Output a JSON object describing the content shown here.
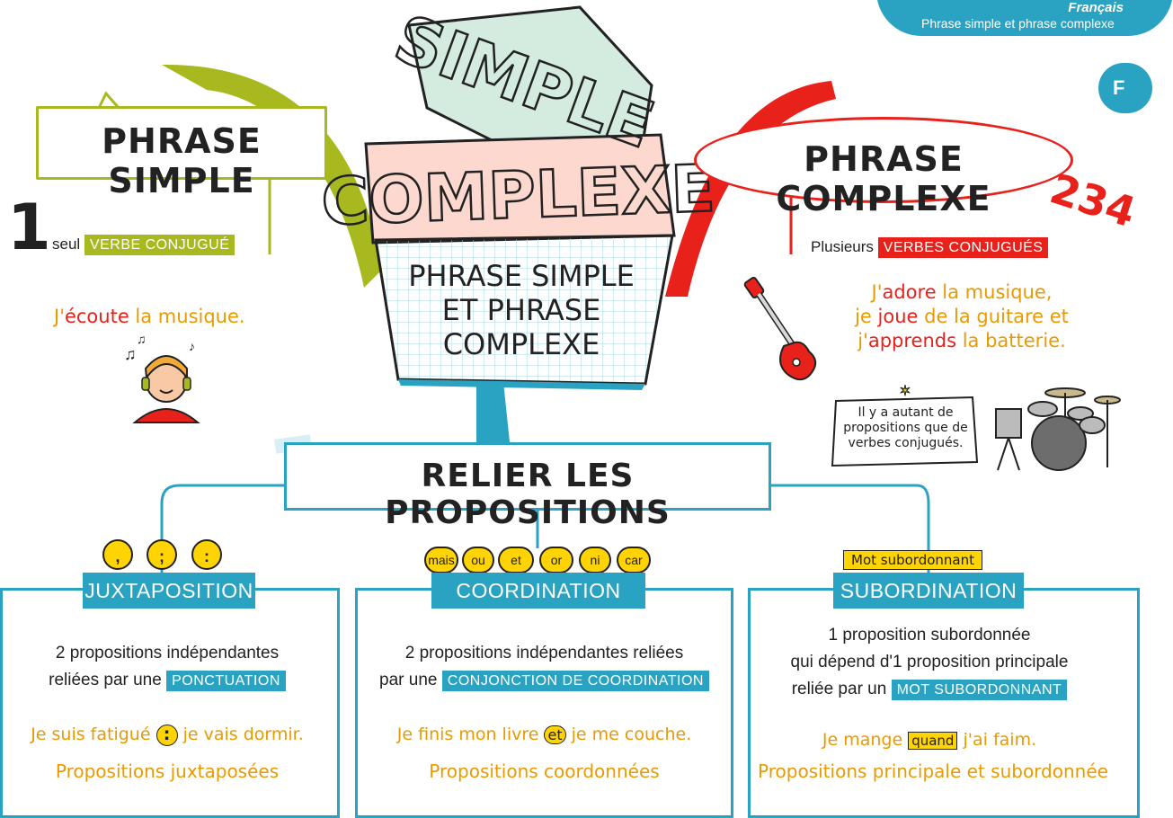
{
  "header": {
    "subject": "Français",
    "topic": "Phrase simple et phrase complexe",
    "badge": "F"
  },
  "center": {
    "logo_top": "SIMPLE",
    "logo_bottom": "COMPLEXE",
    "title_l1": "PHRASE SIMPLE",
    "title_l2": "ET PHRASE",
    "title_l3": "COMPLEXE"
  },
  "simple": {
    "title": "PHRASE SIMPLE",
    "number": "1",
    "rule_prefix": "seul",
    "rule_tag": "VERBE CONJUGUÉ",
    "example_pre": "J'",
    "example_verb": "écoute",
    "example_post": " la musique."
  },
  "complex": {
    "title": "PHRASE COMPLEXE",
    "numbers": "234",
    "rule_prefix": "Plusieurs",
    "rule_tag": "VERBES CONJUGUÉS",
    "ex_l1_pre": "J'",
    "ex_l1_verb": "adore",
    "ex_l1_post": " la musique,",
    "ex_l2_pre": "je ",
    "ex_l2_verb": "joue",
    "ex_l2_post": " de la guitare et",
    "ex_l3_pre": "j'",
    "ex_l3_verb": "apprends",
    "ex_l3_post": " la batterie.",
    "note_l1": "Il y a autant de",
    "note_l2": "propositions que de",
    "note_l3": "verbes conjugués."
  },
  "relier": {
    "title": "RELIER LES PROPOSITIONS"
  },
  "juxta": {
    "symbols": [
      ",",
      ";",
      ":"
    ],
    "title": "JUXTAPOSITION",
    "desc_l1": "2 propositions indépendantes",
    "desc_l2_pre": "reliées par une",
    "desc_tag": "PONCTUATION",
    "ex_pre": "Je suis fatigué",
    "ex_sym": ":",
    "ex_post": "je vais dormir.",
    "result": "Propositions juxtaposées"
  },
  "coord": {
    "conjunctions": [
      "mais",
      "ou",
      "et",
      "or",
      "ni",
      "car"
    ],
    "title": "COORDINATION",
    "desc_l1": "2 propositions indépendantes reliées",
    "desc_l2_pre": "par une",
    "desc_tag": "CONJONCTION DE COORDINATION",
    "ex_pre": "Je finis mon livre",
    "ex_conj": "et",
    "ex_post": "je me couche.",
    "result": "Propositions coordonnées"
  },
  "subord": {
    "label": "Mot subordonnant",
    "title": "SUBORDINATION",
    "desc_l1": "1 proposition subordonnée",
    "desc_l2": "qui dépend d'1 proposition principale",
    "desc_l3_pre": "reliée par un",
    "desc_tag": "MOT SUBORDONNANT",
    "ex_pre": "Je mange",
    "ex_word": "quand",
    "ex_post": "j'ai faim.",
    "result": "Propositions principale et subordonnée"
  },
  "colors": {
    "green": "#a7b91f",
    "red": "#e8221b",
    "blue": "#2aa3c2",
    "orange": "#e89a00",
    "yellow": "#ffd400"
  }
}
